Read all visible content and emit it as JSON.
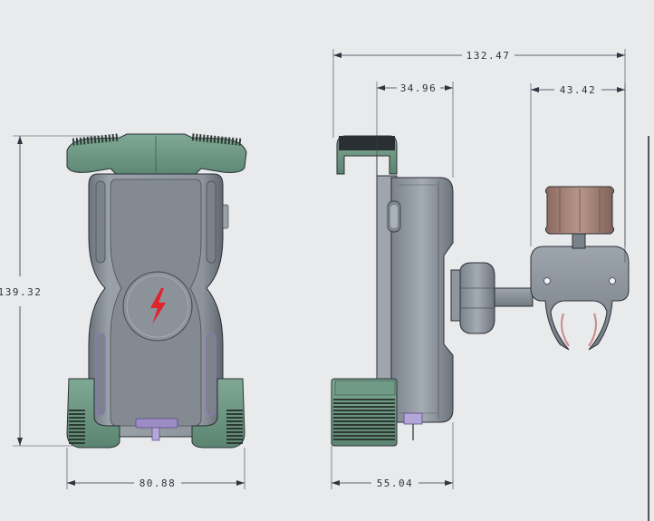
{
  "drawing": {
    "dimensions": {
      "overall_width": "132.47",
      "clamp_arm_width": "34.96",
      "mount_offset": "43.42",
      "front_height": "139.32",
      "front_width": "80.88",
      "side_depth": "55.04"
    },
    "colors": {
      "background": "#e9eaec",
      "body": "#8f969e",
      "body_dark": "#5d646c",
      "grip": "#6f9a86",
      "grip_dark": "#4c7463",
      "knob": "#a07e72",
      "charge_icon": "#e0242c",
      "accent": "#8a78b8"
    },
    "icons": [
      "lightning-charge-icon"
    ]
  }
}
